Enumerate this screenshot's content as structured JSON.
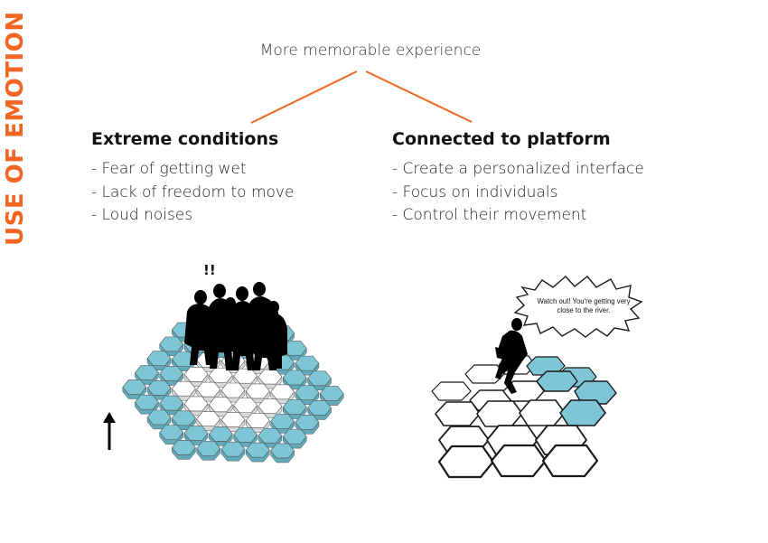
{
  "side_title": "USE OF EMOTION",
  "root": {
    "text": "More memorable experience"
  },
  "left": {
    "heading": "Extreme conditions",
    "items": [
      "- Fear of getting wet",
      "- Lack of freedom to move",
      "- Loud noises"
    ]
  },
  "right": {
    "heading": "Connected to platform",
    "items": [
      "- Create a personalized interface",
      "- Focus on individuals",
      "- Control their movement"
    ]
  },
  "crowd_scene": {
    "exclamation": "!!"
  },
  "individual_scene": {
    "speech_bubble": "Watch out! You're getting very close to the river."
  },
  "colors": {
    "accent_orange": "#f26522",
    "tile_blue": "#7ec6d6",
    "tile_white": "#ffffff",
    "outline": "#1a1a1a"
  }
}
